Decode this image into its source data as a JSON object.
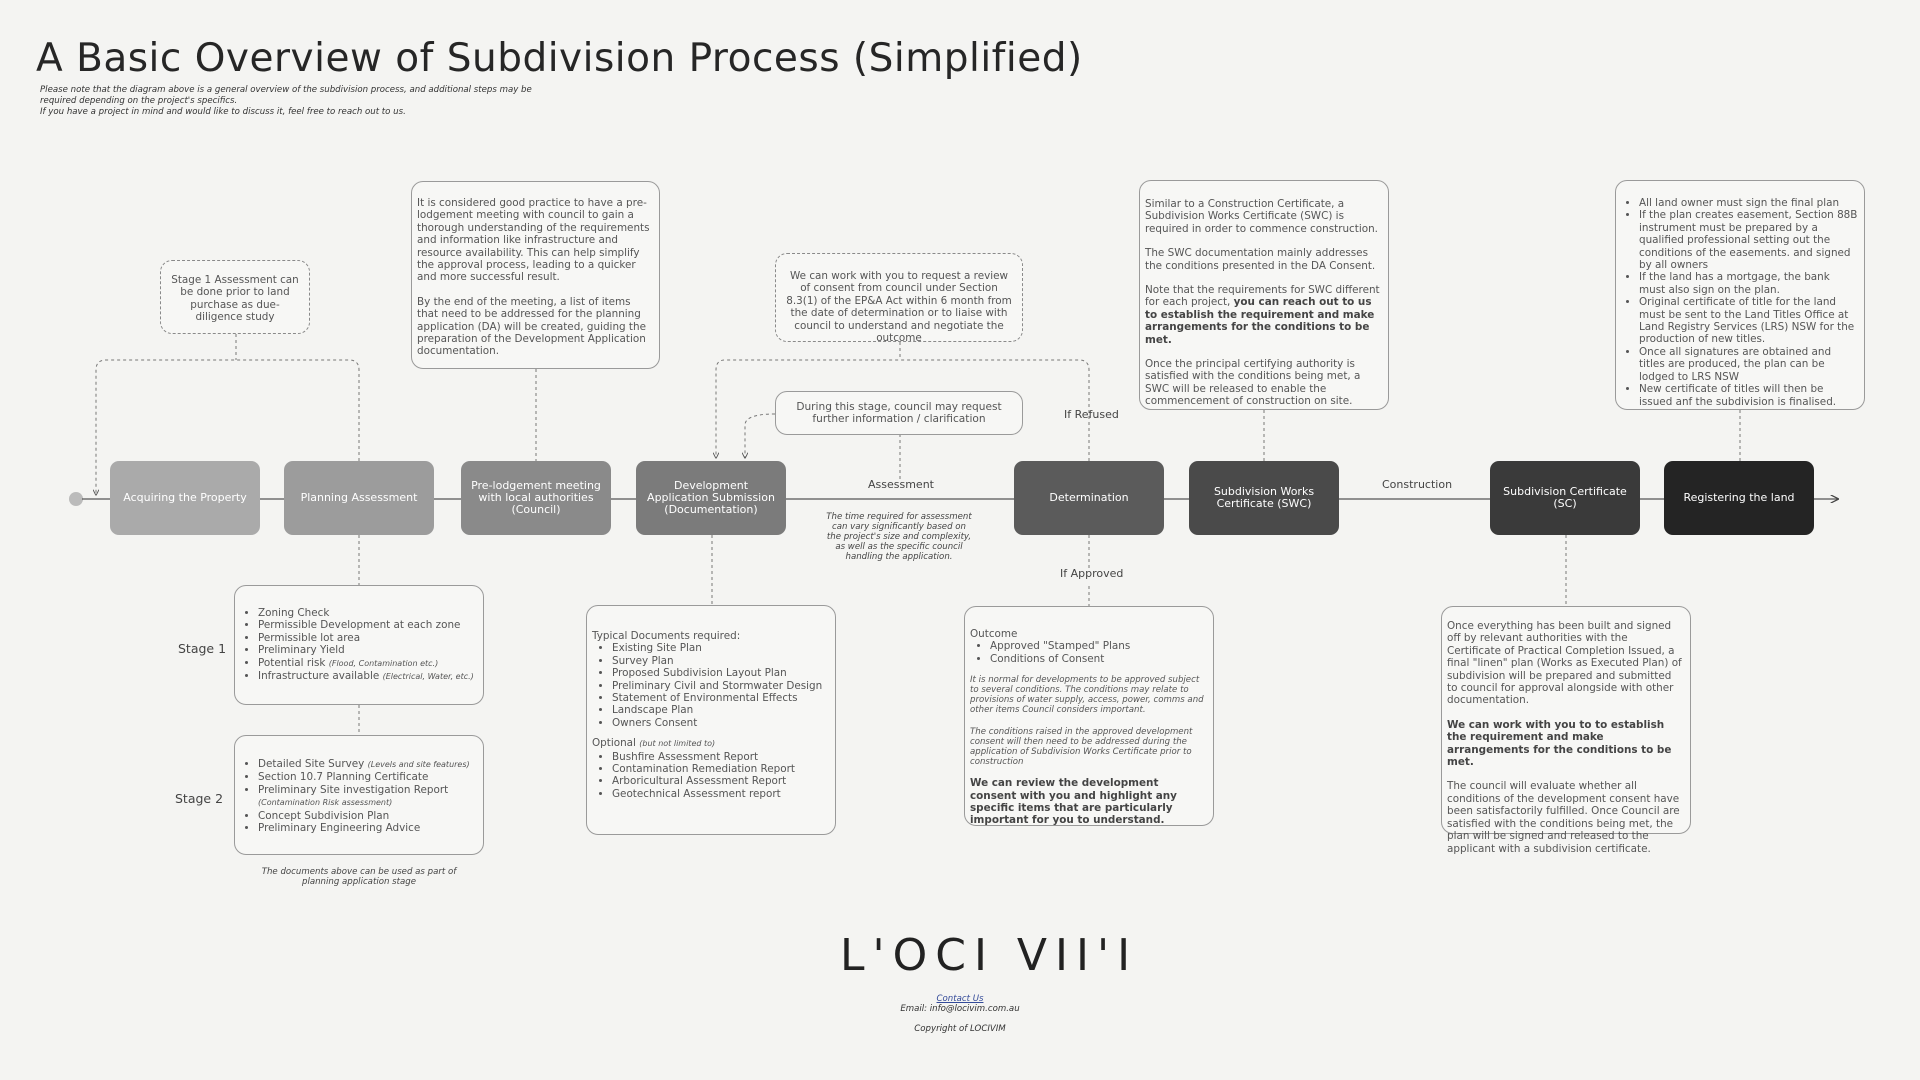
{
  "title": "A Basic Overview of Subdivision Process (Simplified)",
  "note": [
    "Please note that the diagram above is a general overview of the subdivision process, and additional steps may be",
    "required depending on the project's specifics.",
    "If you have a project in mind and would like to discuss it, feel free to reach out to us."
  ],
  "stages": [
    {
      "label": "Acquiring the Property",
      "color": "#aaaaaa"
    },
    {
      "label": "Planning Assessment",
      "color": "#9c9c9c"
    },
    {
      "label": "Pre-lodgement meeting with local authorities (Council)",
      "color": "#8a8a8a"
    },
    {
      "label": "Development Application Submission (Documentation)",
      "color": "#7b7b7b"
    },
    {
      "label": "Determination",
      "color": "#5b5b5b"
    },
    {
      "label": "Subdivision Works Certificate (SWC)",
      "color": "#4a4a4a"
    },
    {
      "label": "Subdivision Certificate (SC)",
      "color": "#3a3a3a"
    },
    {
      "label": "Registering the land",
      "color": "#242424"
    }
  ],
  "labels": {
    "assessment": "Assessment",
    "construction": "Construction",
    "if_refused": "If Refused",
    "if_approved": "If Approved",
    "stage1": "Stage 1",
    "stage2": "Stage 2",
    "assessment_note": "The time required for assessment can vary significantly based on the project's size and complexity, as well as the specific council handling the application.",
    "stage_docs_note": "The documents above can be used as part of planning application stage"
  },
  "callouts": {
    "stage1_assessment": "Stage 1 Assessment can be done prior to land purchase as due-diligence study",
    "prelodgement": [
      "It is considered good practice to have a pre-lodgement meeting with council to gain a thorough understanding of the requirements and information like infrastructure and resource availability. This can help simplify the approval process, leading to a quicker and more successful result.",
      "By the end of the meeting, a list of items that need to be addressed for the planning application (DA) will be created, guiding the preparation of the Development Application documentation."
    ],
    "review": "We can work with you to request a review of consent from council under Section 8.3(1) of the EP&A Act within 6 month from the date of determination or to liaise with council to understand and negotiate the outcome",
    "further_info": "During this stage, council may request further information / clarification",
    "swc": {
      "p1": "Similar to a Construction Certificate, a Subdivision Works Certificate (SWC) is required in order to commence construction.",
      "p2": "The SWC documentation mainly addresses the conditions presented in the DA Consent.",
      "p3a": "Note that the requirements for SWC different for each project, ",
      "p3b": "you can reach out to us to establish the requirement and make arrangements for the conditions to be met.",
      "p4": "Once the principal certifying authority is satisfied with the conditions being met, a SWC will be released to enable the commencement of construction on site."
    },
    "registering": [
      "All land owner must sign the final plan",
      "If the plan creates easement, Section 88B instrument must be prepared by a qualified professional setting out the conditions of the easements. and signed by all owners",
      "If the land has a mortgage, the bank must also sign on the plan.",
      "Original certificate of title for the land must be sent to the Land Titles Office at Land Registry Services (LRS) NSW for the production of new titles.",
      "Once all signatures are obtained and titles are produced, the plan can be lodged to LRS NSW",
      "New certificate of titles will then be issued anf the subdivision is finalised."
    ],
    "stage1_list": [
      {
        "t": "Zoning Check",
        "s": ""
      },
      {
        "t": "Permissible Development at each zone",
        "s": ""
      },
      {
        "t": "Permissible lot area",
        "s": ""
      },
      {
        "t": "Preliminary Yield",
        "s": ""
      },
      {
        "t": "Potential risk ",
        "s": "(Flood, Contamination etc.)"
      },
      {
        "t": "Infrastructure available ",
        "s": "(Electrical, Water, etc.)"
      }
    ],
    "stage2_list": [
      {
        "t": "Detailed Site Survey ",
        "s": "(Levels and site features)"
      },
      {
        "t": "Section 10.7 Planning Certificate",
        "s": ""
      },
      {
        "t": "Preliminary Site investigation Report",
        "s": ""
      },
      {
        "t": "",
        "s": "(Contamination Risk assessment)"
      },
      {
        "t": "Concept Subdivision Plan",
        "s": ""
      },
      {
        "t": "Preliminary Engineering Advice",
        "s": ""
      }
    ],
    "da_docs": {
      "heading": "Typical Documents required:",
      "required": [
        "Existing Site Plan",
        "Survey Plan",
        "Proposed Subdivision Layout Plan",
        "Preliminary Civil and Stormwater Design",
        "Statement of Environmental Effects",
        "Landscape Plan",
        "Owners Consent"
      ],
      "optional_heading": "Optional ",
      "optional_note": "(but not limited to)",
      "optional": [
        "Bushfire Assessment Report",
        "Contamination Remediation Report",
        "Arboricultural Assessment Report",
        "Geotechnical Assessment report"
      ]
    },
    "outcome": {
      "heading": "Outcome",
      "items": [
        "Approved \"Stamped\" Plans",
        "Conditions of Consent"
      ],
      "it1": "It is normal for developments to be approved subject to several conditions. The conditions may relate to provisions of water supply, access, power, comms and other items Council considers important.",
      "it2": "The conditions raised in the approved development consent will then need to be addressed during the application of Subdivision Works Certificate prior to construction",
      "bold": "We can review the development consent with you and highlight any specific items that are particularly important for you to understand."
    },
    "sc": {
      "p1": "Once everything has been built and signed off by relevant authorities with the Certificate of Practical Completion Issued, a final \"linen\" plan (Works as Executed Plan) of subdivision will be prepared and submitted to council for approval alongside with other documentation.",
      "p2": "We can work with you to to establish the requirement and make arrangements for the conditions to be met.",
      "p3": "The council will evaluate whether all conditions of the development consent have been satisfactorily fulfilled. Once Council are satisfied with the conditions being met, the plan will be signed and released to the applicant with a subdivision certificate."
    }
  },
  "footer": {
    "logo": "L'OCI VII'I",
    "contact": "Contact Us",
    "email": "Email: info@locivim.com.au",
    "copyright": "Copyright of LOCIVIM"
  }
}
